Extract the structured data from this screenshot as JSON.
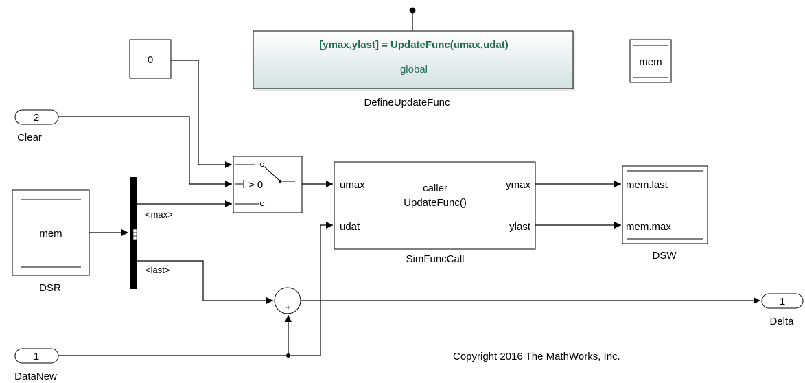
{
  "blocks": {
    "define_update_func": {
      "signature": "[ymax,ylast] = UpdateFunc(umax,udat)",
      "scope": "global",
      "name": "DefineUpdateFunc"
    },
    "mem_decl": {
      "label": "mem"
    },
    "constant": {
      "value": "0"
    },
    "inport_clear": {
      "number": "2",
      "name": "Clear"
    },
    "inport_datanew": {
      "number": "1",
      "name": "DataNew"
    },
    "outport_delta": {
      "number": "1",
      "name": "Delta"
    },
    "dsr": {
      "label": "mem",
      "name": "DSR"
    },
    "bus_selector": {
      "sig_max": "<max>",
      "sig_last": "<last>"
    },
    "switch": {
      "criteria": "> 0"
    },
    "sim_func_call": {
      "line1": "caller",
      "line2": "UpdateFunc()",
      "in1": "umax",
      "in2": "udat",
      "out1": "ymax",
      "out2": "ylast",
      "name": "SimFuncCall"
    },
    "dsw": {
      "in1": "mem.last",
      "in2": "mem.max",
      "name": "DSW"
    },
    "sum": {
      "minus": "-",
      "plus": "+"
    }
  },
  "copyright": "Copyright 2016 The MathWorks, Inc.",
  "colors": {
    "function_text": "#1f6b53",
    "subsystem_fill": "#e8f0ef"
  }
}
